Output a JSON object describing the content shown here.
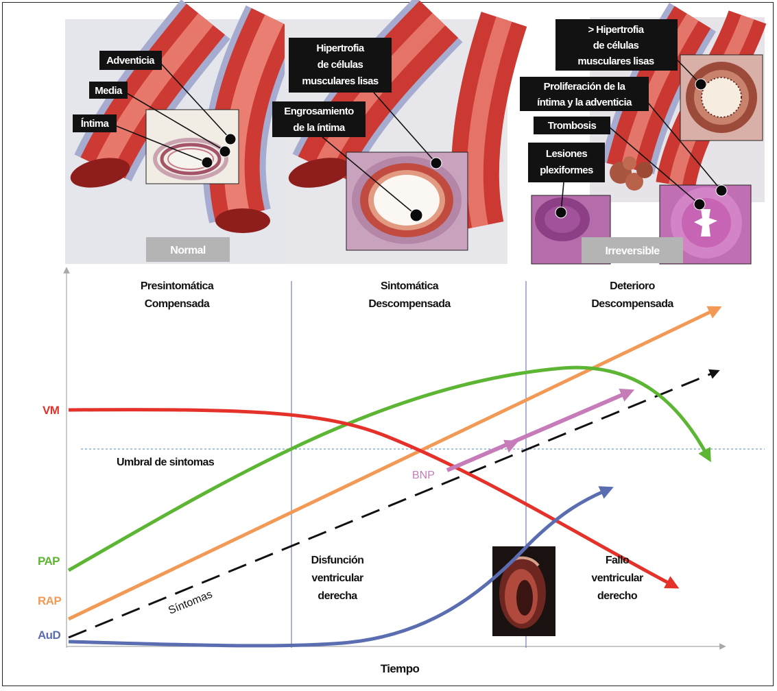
{
  "panel_normal": {
    "adventicia": "Adventicia",
    "media": "Media",
    "intima": "Íntima",
    "stage": "Normal"
  },
  "panel_middle": {
    "hipertrofia": [
      "Hipertrofia",
      "de células",
      "musculares lisas"
    ],
    "engrosamiento": [
      "Engrosamiento",
      "de la íntima"
    ]
  },
  "panel_irreversible": {
    "hipertrofia": [
      "> Hipertrofia",
      "de células",
      "musculares lisas"
    ],
    "proliferacion": [
      "Proliferación de la",
      "íntima y la adventicia"
    ],
    "trombosis": "Trombosis",
    "lesiones": [
      "Lesiones",
      "plexiformes"
    ],
    "stage": "Irreversible"
  },
  "phases": [
    {
      "line1": "Presintomática",
      "line2": "Compensada"
    },
    {
      "line1": "Sintomática",
      "line2": "Descompensada"
    },
    {
      "line1": "Deterioro",
      "line2": "Descompensada"
    }
  ],
  "curves": {
    "vm": {
      "label": "VM",
      "color": "#e4322b"
    },
    "pap": {
      "label": "PAP",
      "color": "#5cb533"
    },
    "rap": {
      "label": "RAP",
      "color": "#f29a55"
    },
    "aud": {
      "label": "AuD",
      "color": "#5a6db1"
    },
    "bnp": {
      "label": "BNP",
      "color": "#c57cb8"
    },
    "sintomas": {
      "label": "Síntomas",
      "color": "#111111"
    }
  },
  "threshold_label": "Umbral de sintomas",
  "annotations": {
    "disfuncion": [
      "Disfunción",
      "ventricular",
      "derecha"
    ],
    "fallo": [
      "Fallo",
      "ventricular",
      "derecho"
    ]
  },
  "x_axis_label": "Tiempo"
}
